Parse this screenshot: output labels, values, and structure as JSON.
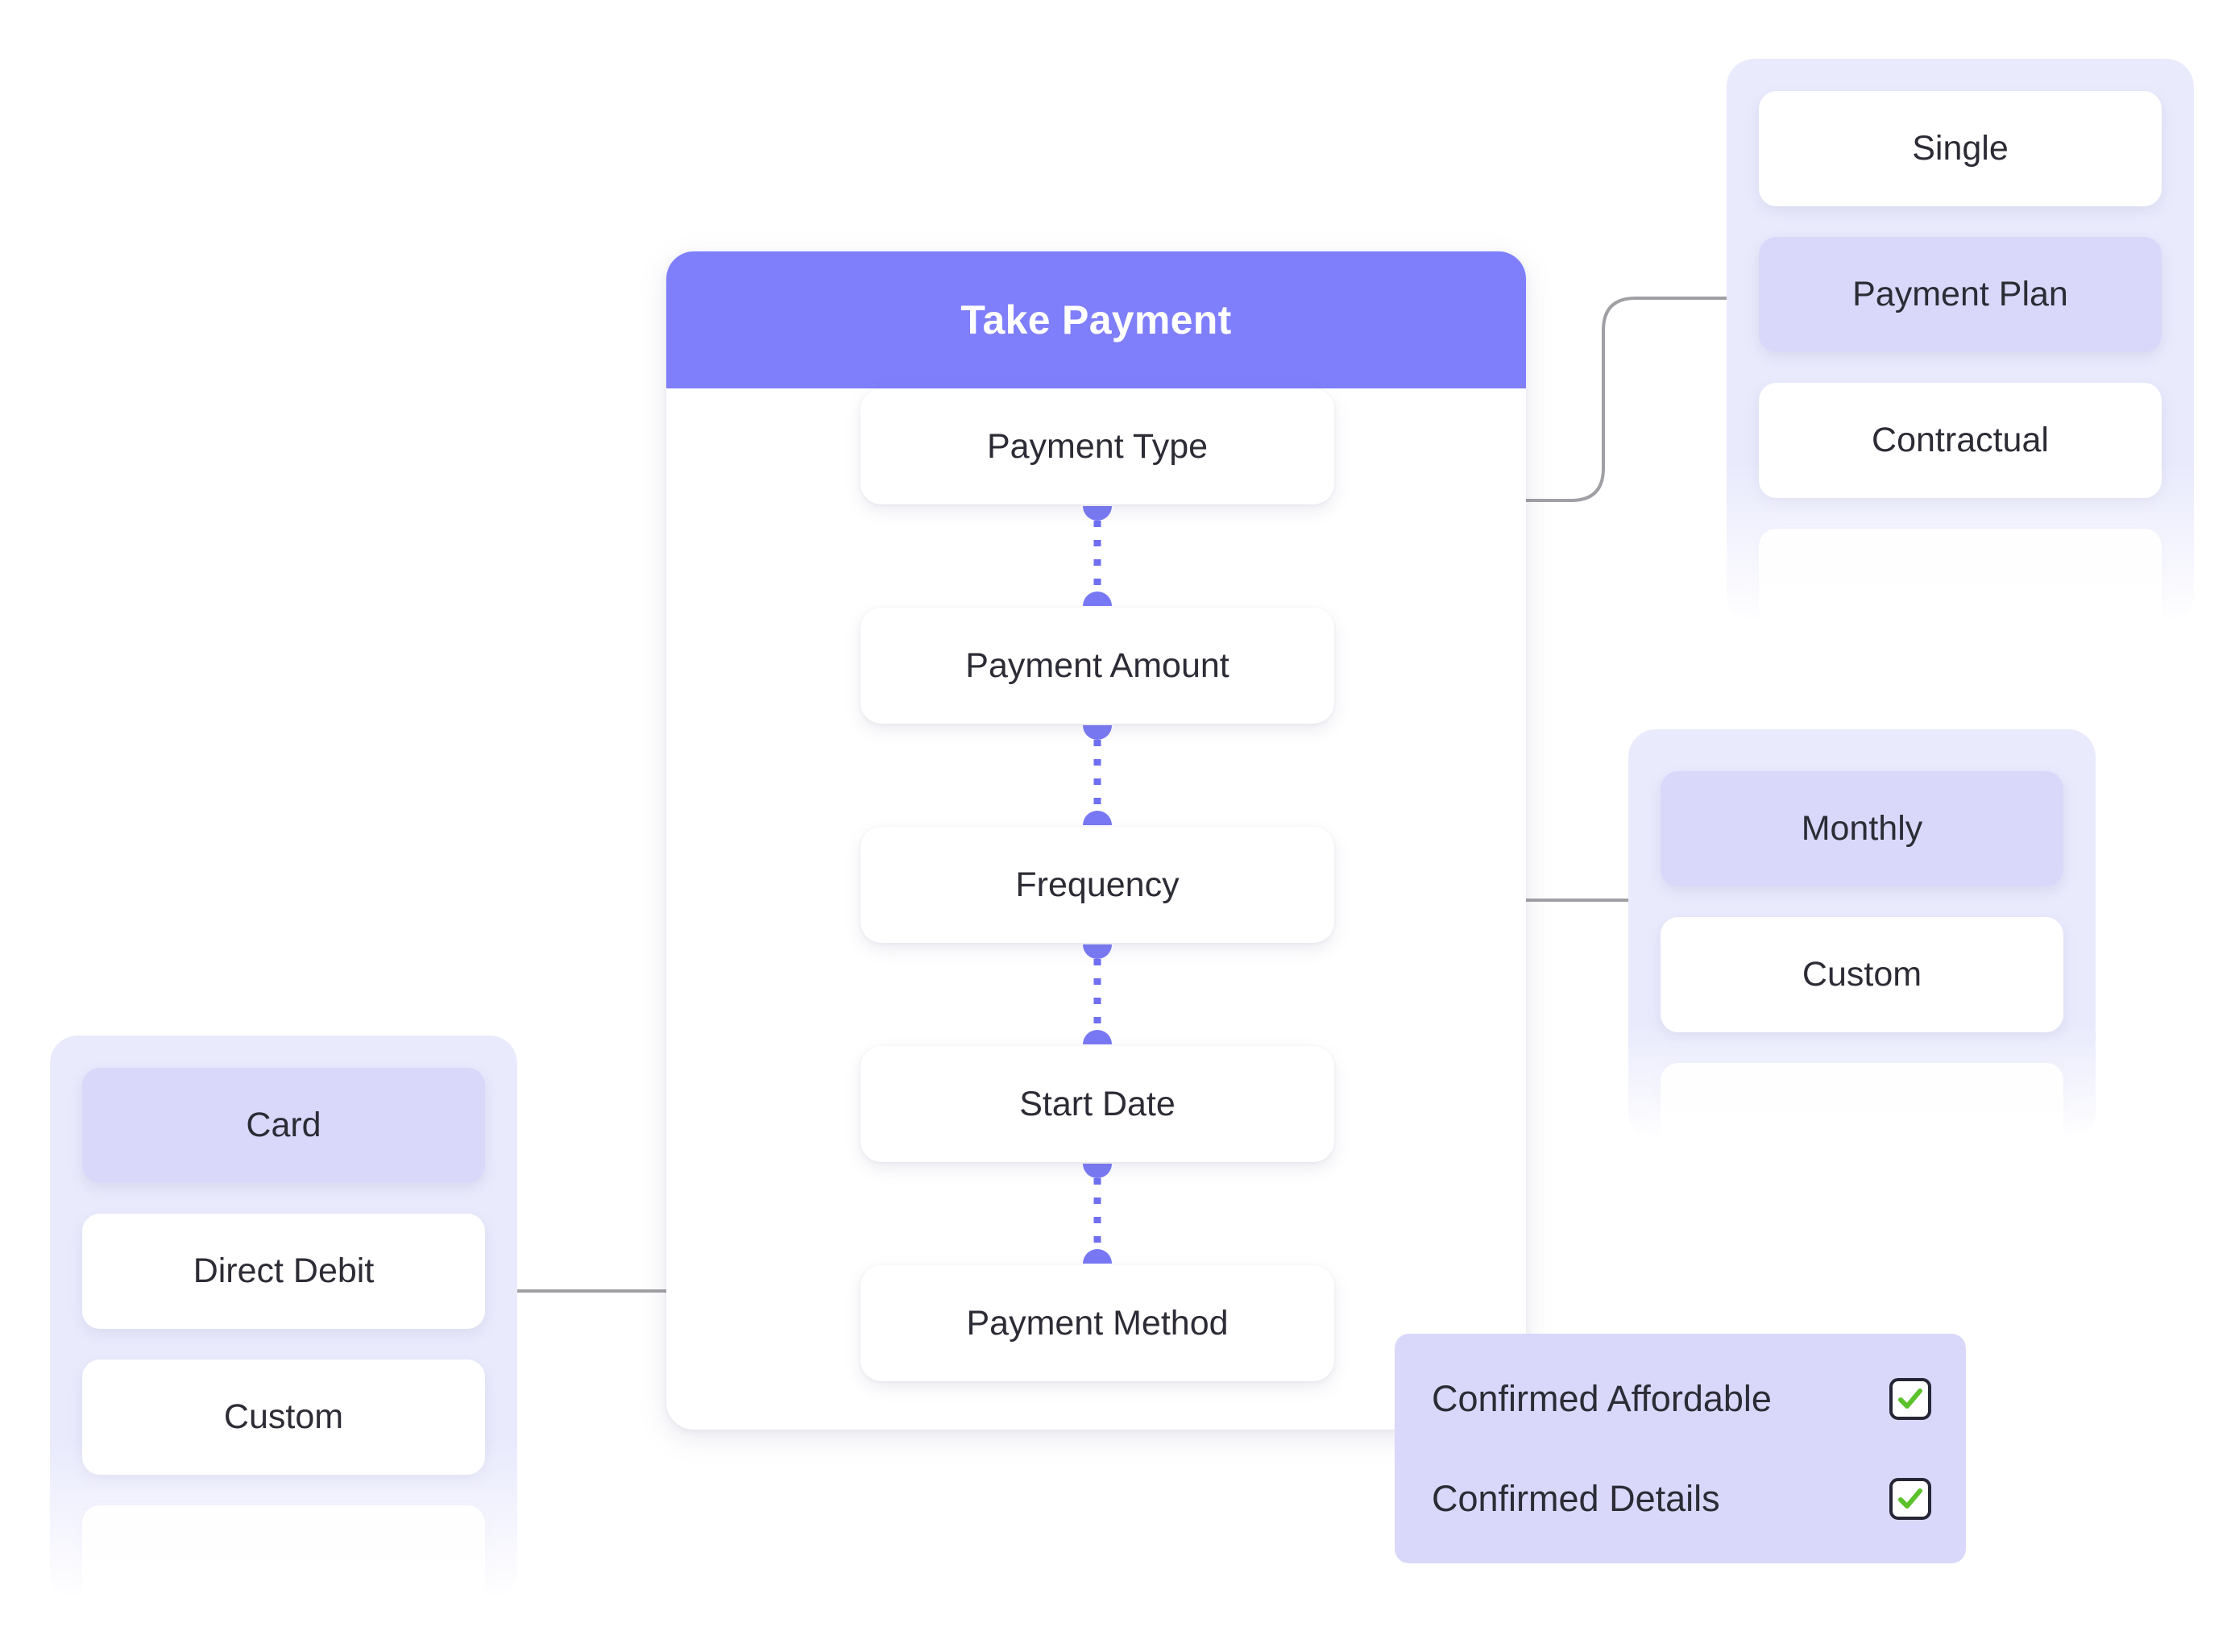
{
  "flow": {
    "header_title": "Take Payment",
    "header_color": "#7f7ffb",
    "steps": [
      {
        "label": "Payment Type"
      },
      {
        "label": "Payment Amount"
      },
      {
        "label": "Frequency"
      },
      {
        "label": "Start Date"
      },
      {
        "label": "Payment Method"
      }
    ]
  },
  "payment_type_panel": {
    "options": [
      {
        "label": "Single",
        "selected": false
      },
      {
        "label": "Payment Plan",
        "selected": true
      },
      {
        "label": "Contractual",
        "selected": false
      },
      {
        "label": "",
        "selected": false
      }
    ]
  },
  "frequency_panel": {
    "options": [
      {
        "label": "Monthly",
        "selected": true
      },
      {
        "label": "Custom",
        "selected": false
      },
      {
        "label": "",
        "selected": false
      }
    ]
  },
  "payment_method_panel": {
    "options": [
      {
        "label": "Card",
        "selected": true
      },
      {
        "label": "Direct Debit",
        "selected": false
      },
      {
        "label": "Custom",
        "selected": false
      },
      {
        "label": "",
        "selected": false
      }
    ]
  },
  "confirm_panel": {
    "rows": [
      {
        "label": "Confirmed Affordable",
        "checked": true
      },
      {
        "label": "Confirmed Details",
        "checked": true
      }
    ],
    "check_color": "#5cc22b",
    "panel_color": "#d9d8fa"
  },
  "colors": {
    "accent": "#7f7ffb",
    "dot_line": "#6f6ff2",
    "selected_fill": "#d9d8fa",
    "panel_fill": "#e9eafc",
    "wire": "#a0a0a4",
    "text": "#2c2c36"
  }
}
